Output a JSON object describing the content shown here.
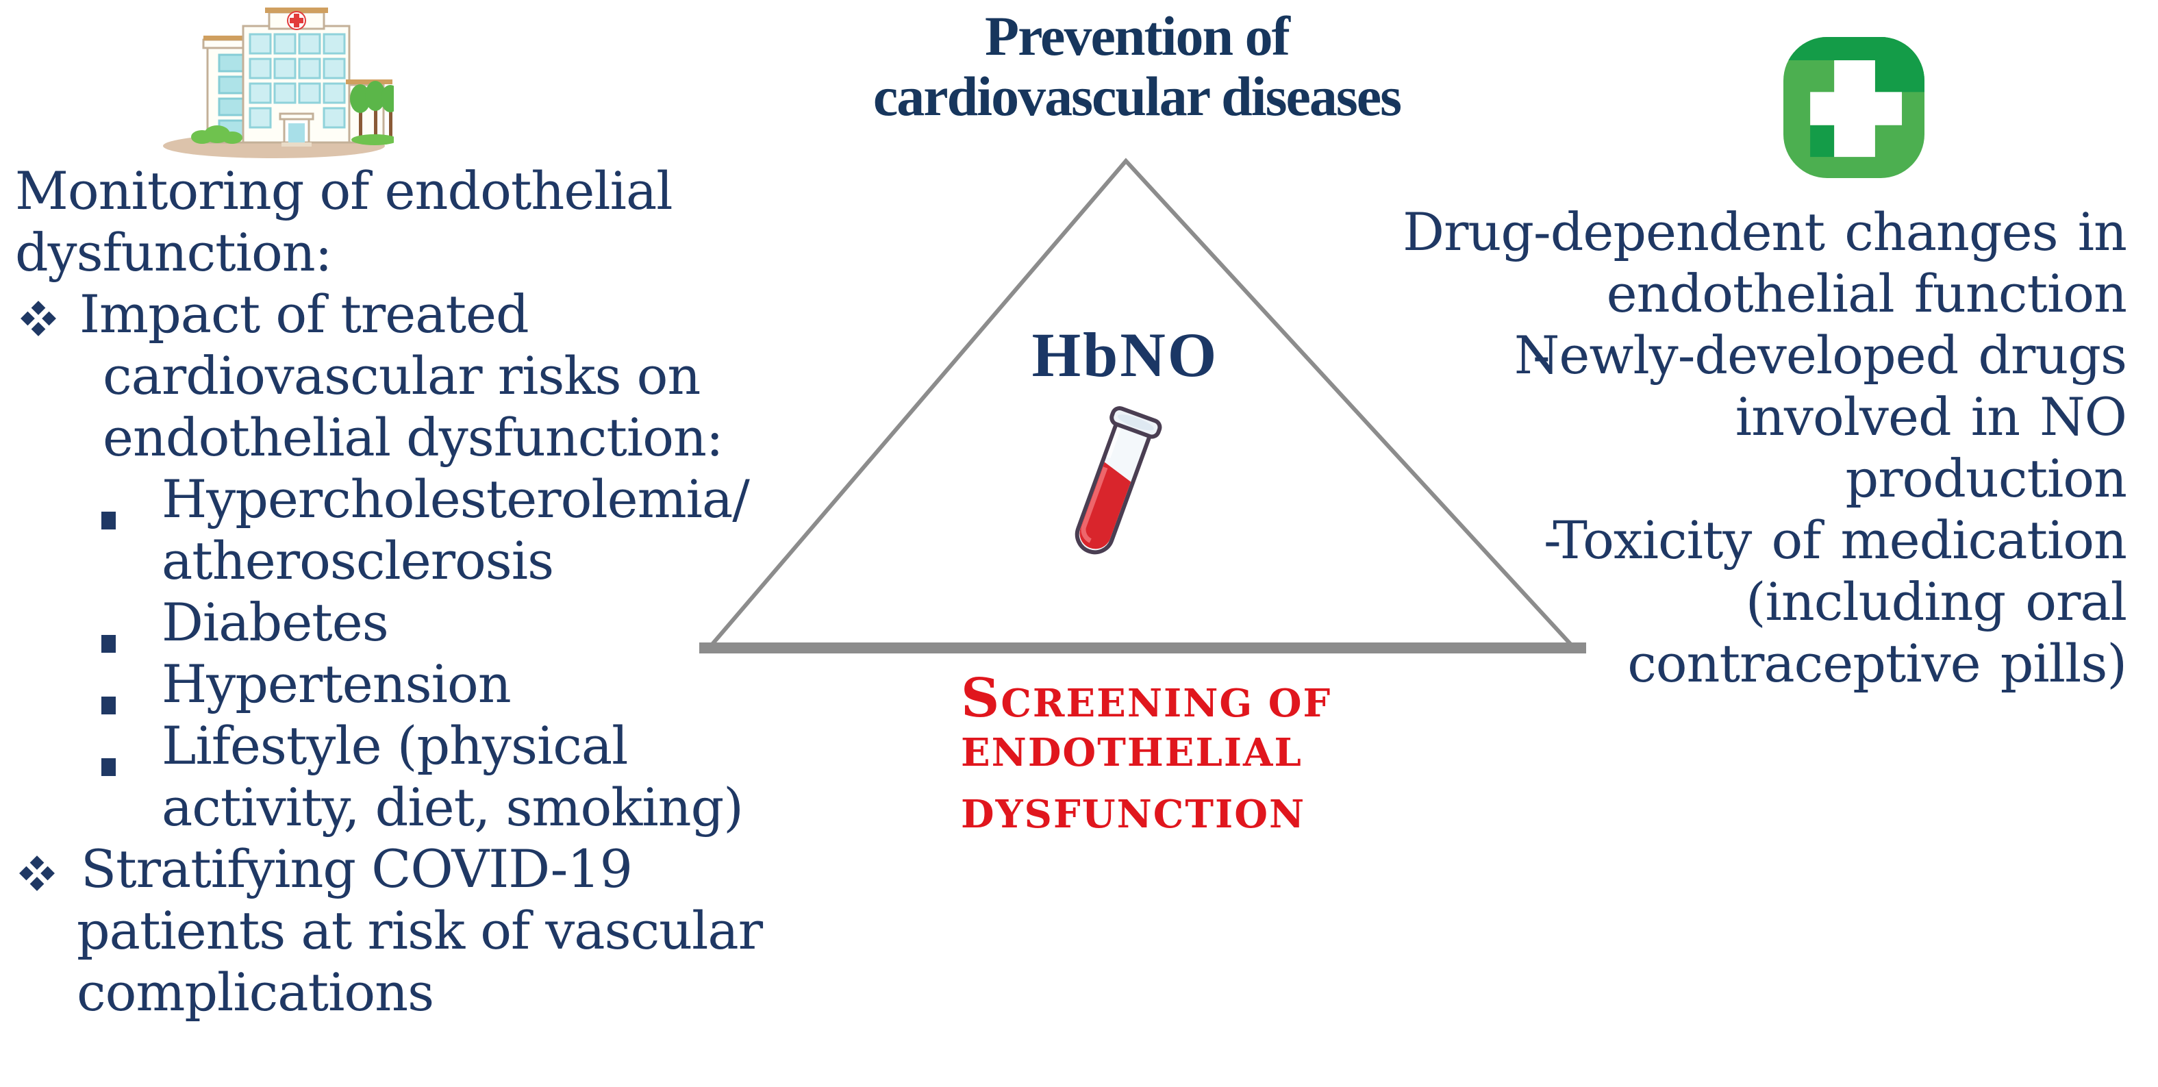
{
  "title": {
    "line1": "Prevention of",
    "line2": "cardiovascular diseases"
  },
  "center": {
    "label": "HbNO",
    "screening_line1": "Screening of",
    "screening_line2": "endothelial",
    "screening_line3": "dysfunction"
  },
  "left_panel": {
    "lines": [
      {
        "text": "Monitoring of endothelial"
      },
      {
        "text": "dysfunction:"
      },
      {
        "marker": "four-diamond-bullet",
        "text": "Impact of treated"
      },
      {
        "text": "cardiovascular risks on"
      },
      {
        "text": "endothelial dysfunction:"
      },
      {
        "marker": "square-bullet",
        "text": "Hypercholesterolemia/"
      },
      {
        "text": "atherosclerosis"
      },
      {
        "marker": "square-bullet",
        "text": "Diabetes"
      },
      {
        "marker": "square-bullet",
        "text": "Hypertension"
      },
      {
        "marker": "square-bullet",
        "text": "Lifestyle (physical"
      },
      {
        "text": "activity, diet, smoking)"
      },
      {
        "marker": "four-diamond-bullet",
        "text": "Stratifying COVID-19"
      },
      {
        "text": "patients at risk of vascular"
      },
      {
        "text": "complications"
      }
    ]
  },
  "right_panel": {
    "lines": [
      {
        "text": "Drug-dependent changes in"
      },
      {
        "text": "endothelial function"
      },
      {
        "dash": "-",
        "text": "Newly-developed drugs"
      },
      {
        "text": "involved in NO"
      },
      {
        "text": "production"
      },
      {
        "dash": "-",
        "text": "Toxicity of medication"
      },
      {
        "text": "(including oral"
      },
      {
        "text": "contraceptive pills)"
      }
    ]
  },
  "icons": {
    "hospital": "hospital-building-icon",
    "green_cross": "green-cross-icon",
    "test_tube": "blood-test-tube-icon",
    "level1_bullet": "four-diamond-bullet-icon",
    "level2_bullet": "square-bullet-icon"
  },
  "colors": {
    "navy_text": "#1F3864",
    "title_navy": "#17365D",
    "screening_red": "#E0161D",
    "triangle_gray": "#8C8C8C",
    "cross_green_light": "#4CAF50",
    "cross_green_dark": "#149C48",
    "blood_red": "#D9252C",
    "window_teal": "#AEE3E8",
    "roof_tan": "#CF9F5F"
  }
}
